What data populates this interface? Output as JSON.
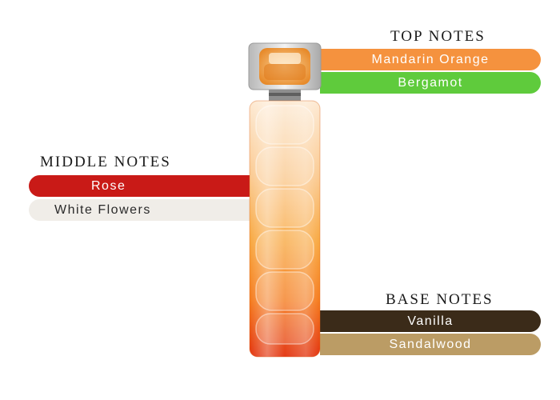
{
  "top_notes": {
    "heading": "TOP NOTES",
    "items": [
      {
        "label": "Mandarin Orange",
        "color": "#f5923e"
      },
      {
        "label": "Bergamot",
        "color": "#5fcb3c"
      }
    ]
  },
  "middle_notes": {
    "heading": "MIDDLE NOTES",
    "items": [
      {
        "label": "Rose",
        "color": "#c91a17"
      },
      {
        "label": "White Flowers",
        "color": "#f0ede8"
      }
    ]
  },
  "base_notes": {
    "heading": "BASE NOTES",
    "items": [
      {
        "label": "Vanilla",
        "color": "#3b2b19"
      },
      {
        "label": "Sandalwood",
        "color": "#bb9c65"
      }
    ]
  },
  "bottle": {
    "icon": "perfume-bottle-icon",
    "gradient_top": "#fde3c6",
    "gradient_bottom": "#e8360c"
  }
}
